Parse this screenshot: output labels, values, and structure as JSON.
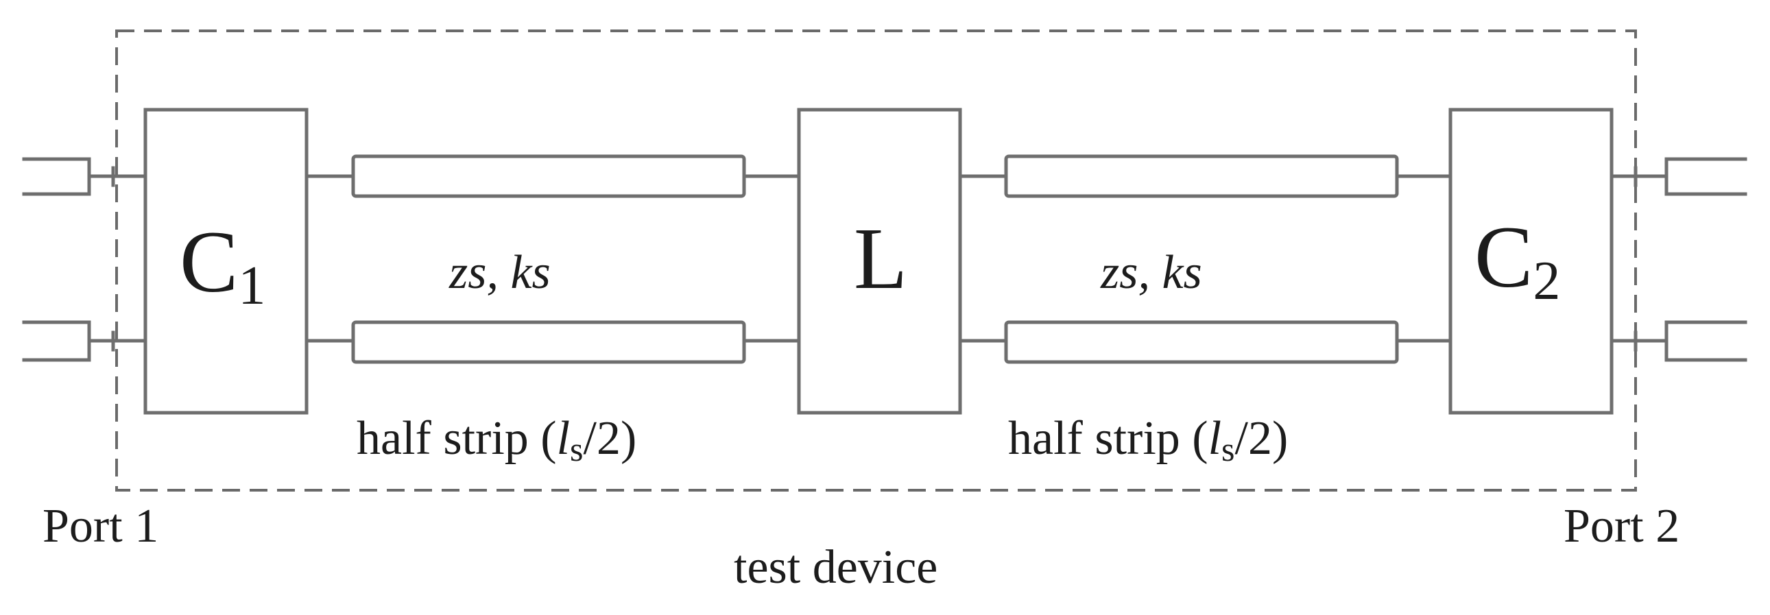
{
  "blocks": {
    "c1": {
      "main": "C",
      "sub": "1"
    },
    "l": {
      "main": "L"
    },
    "c2": {
      "main": "C",
      "sub": "2"
    }
  },
  "line_params": {
    "left": "zs, ks",
    "right": "zs, ks"
  },
  "strip_labels": {
    "left": {
      "prefix": "half strip (",
      "var": "l",
      "sub": "s",
      "suffix": "/2)"
    },
    "right": {
      "prefix": "half strip (",
      "var": "l",
      "sub": "s",
      "suffix": "/2)"
    }
  },
  "ports": {
    "port1": "Port 1",
    "port2": "Port 2"
  },
  "boundary_label": "test device"
}
